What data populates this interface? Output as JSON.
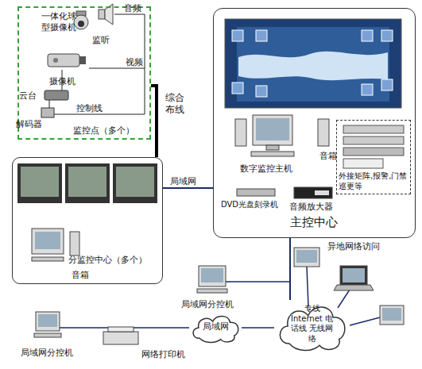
{
  "diagram": {
    "nodes": [
      {
        "text": [
          "监控点（多个）"
        ]
      },
      {
        "text": [
          "主控中心"
        ]
      },
      {
        "text": [
          "外接矩阵,报警,门禁 巡更等"
        ],
        "in": 1
      },
      {
        "text": [
          "分监控中心（多个）"
        ]
      },
      {
        "text": [
          "局域网"
        ]
      },
      {
        "text": [
          "专线 Internet 电话线 无线网络"
        ]
      }
    ],
    "edges": [
      {
        "from": 0,
        "to": 3,
        "label": "综合布线",
        "arrow": "none"
      },
      {
        "from": 3,
        "to": 1,
        "label": "局域网",
        "arrow": "none"
      },
      {
        "from": 1,
        "to": 5,
        "arrow": "none"
      },
      {
        "from": 4,
        "to": 5,
        "arrow": "none"
      }
    ],
    "labels": [
      "一体化球型摄像机",
      "监听",
      "音频",
      "视频",
      "摄像机",
      "云台",
      "解码器",
      "控制线",
      "音箱",
      "数字监控主机",
      "DVD光盘刻录机",
      "音频放大器",
      "音箱",
      "局域网分控机",
      "异地网络访问",
      "局域网分控机",
      "网络打印机"
    ]
  }
}
